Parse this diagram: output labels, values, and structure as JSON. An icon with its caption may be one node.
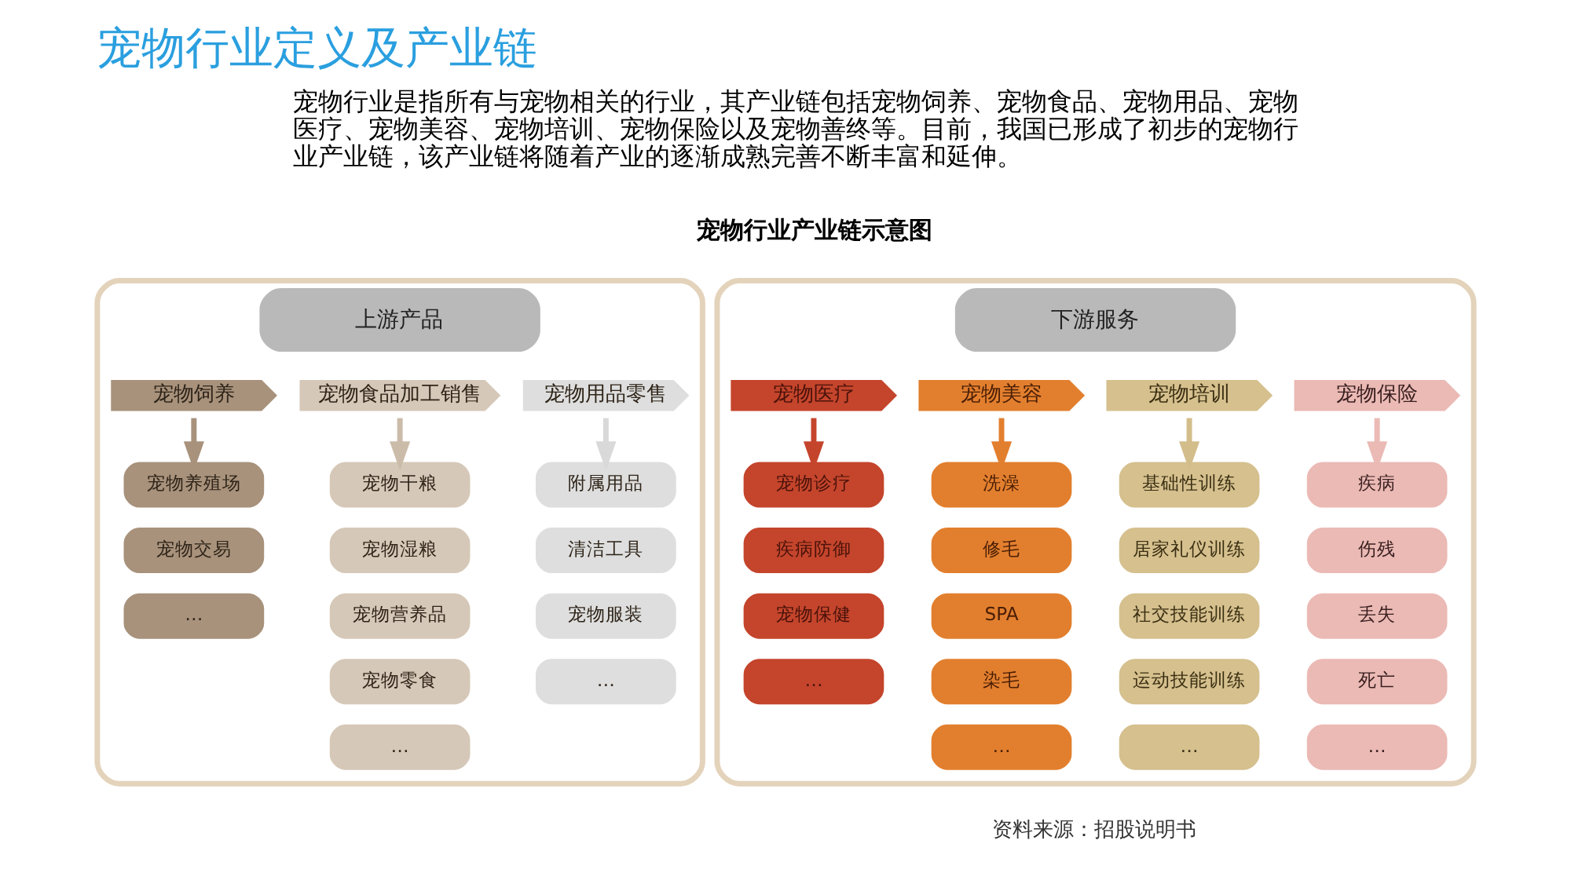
{
  "diagram": {
    "title": "宠物行业定义及产业链",
    "caption": "资料来源：招股说明书",
    "nodes": [
      {
        "text": [
          "上游产品"
        ]
      },
      {
        "text": [
          "宠物饲养"
        ],
        "in": 0
      },
      {
        "text": [
          "宠物食品加工销售"
        ],
        "in": 0
      },
      {
        "text": [
          "宠物用品零售"
        ],
        "in": 0
      },
      {
        "text": [
          "宠物养殖场"
        ],
        "in": 0
      },
      {
        "text": [
          "宠物交易"
        ],
        "in": 0
      },
      {
        "text": [
          "…"
        ],
        "in": 0
      },
      {
        "text": [
          "宠物干粮"
        ],
        "in": 0
      },
      {
        "text": [
          "宠物湿粮"
        ],
        "in": 0
      },
      {
        "text": [
          "宠物营养品"
        ],
        "in": 0
      },
      {
        "text": [
          "宠物零食"
        ],
        "in": 0
      },
      {
        "text": [
          "…"
        ],
        "in": 0
      },
      {
        "text": [
          "附属用品"
        ],
        "in": 0
      },
      {
        "text": [
          "清洁工具"
        ],
        "in": 0
      },
      {
        "text": [
          "宠物服装"
        ],
        "in": 0
      },
      {
        "text": [
          "…"
        ],
        "in": 0
      },
      {
        "text": [
          "下游服务"
        ]
      },
      {
        "text": [
          "宠物医疗"
        ],
        "in": 16
      },
      {
        "text": [
          "宠物美容"
        ],
        "in": 16
      },
      {
        "text": [
          "宠物培训"
        ],
        "in": 16
      },
      {
        "text": [
          "宠物保险"
        ],
        "in": 16
      },
      {
        "text": [
          "宠物诊疗"
        ],
        "in": 16
      },
      {
        "text": [
          "疾病防御"
        ],
        "in": 16
      },
      {
        "text": [
          "宠物保健"
        ],
        "in": 16
      },
      {
        "text": [
          "…"
        ],
        "in": 16
      },
      {
        "text": [
          "洗澡"
        ],
        "in": 16
      },
      {
        "text": [
          "修毛"
        ],
        "in": 16
      },
      {
        "text": [
          "SPA"
        ],
        "in": 16
      },
      {
        "text": [
          "染毛"
        ],
        "in": 16
      },
      {
        "text": [
          "…"
        ],
        "in": 16
      },
      {
        "text": [
          "基础性训练"
        ],
        "in": 16
      },
      {
        "text": [
          "居家礼仪训练"
        ],
        "in": 16
      },
      {
        "text": [
          "社交技能训练"
        ],
        "in": 16
      },
      {
        "text": [
          "运动技能训练"
        ],
        "in": 16
      },
      {
        "text": [
          "…"
        ],
        "in": 16
      },
      {
        "text": [
          "疾病"
        ],
        "in": 16
      },
      {
        "text": [
          "伤残"
        ],
        "in": 16
      },
      {
        "text": [
          "丢失"
        ],
        "in": 16
      },
      {
        "text": [
          "死亡"
        ],
        "in": 16
      },
      {
        "text": [
          "…"
        ],
        "in": 16
      }
    ],
    "edges": [
      {
        "from": 1,
        "to": 4,
        "arrow": "to",
        "color": "#a8927c"
      },
      {
        "from": 2,
        "to": 7,
        "arrow": "to",
        "color": "#cbbba9"
      },
      {
        "from": 3,
        "to": 12,
        "arrow": "to",
        "color": "#d9d9d9"
      },
      {
        "from": 17,
        "to": 21,
        "arrow": "to",
        "color": "#c4452c"
      },
      {
        "from": 18,
        "to": 25,
        "arrow": "to",
        "color": "#e27f2e"
      },
      {
        "from": 19,
        "to": 30,
        "arrow": "to",
        "color": "#d3bd8a"
      },
      {
        "from": 20,
        "to": 35,
        "arrow": "to",
        "color": "#ebbab5"
      }
    ],
    "labels": [
      "宠物行业是指所有与宠物相关的行业，其产业链包括宠物饲养、宠物食品、宠物用品、宠物医疗、宠物美容、宠物培训、宠物保险以及宠物善终等。目前，我国已形成了初步的宠物行业产业链，该产业链将随着产业的逐渐成熟完善不断丰富和延伸。",
      "宠物行业产业链示意图"
    ]
  }
}
